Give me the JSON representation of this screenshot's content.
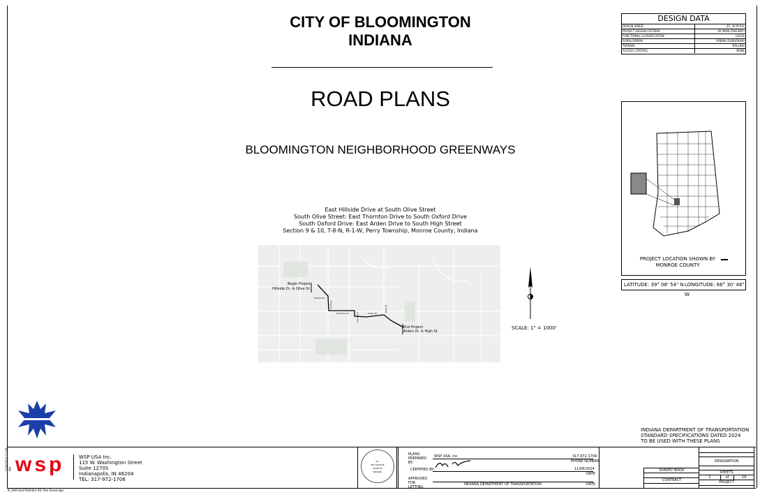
{
  "header": {
    "title_line1": "CITY OF BLOOMINGTON",
    "title_line2": "INDIANA",
    "plan_type": "ROAD PLANS",
    "project_name": "BLOOMINGTON NEIGHBORHOOD GREENWAYS"
  },
  "locations": [
    "East Hillside Drive at South Olive Street",
    "South Olive Street: East Thornton Drive to South Oxford Drive",
    "South Oxford Drive: East Arden Drive to South High Street",
    "Section 9 & 10, T-8-N, R-1-W, Perry Township, Monroe County, Indiana"
  ],
  "design_data": {
    "title": "DESIGN DATA",
    "rows": [
      {
        "label": "DESIGN SPEED",
        "value": "25, 30 M.P.H."
      },
      {
        "label": "PROJECT DESIGN CRITERIA",
        "value": "3R (NON-FREEWAY)"
      },
      {
        "label": "FUNCTIONAL CLASSIFICATION",
        "value": "LOCAL"
      },
      {
        "label": "RURAL/URBAN",
        "value": "URBAN (SUBURBAN)"
      },
      {
        "label": "TERRAIN",
        "value": "ROLLING"
      },
      {
        "label": "ACCESS CONTROL",
        "value": "NONE"
      }
    ]
  },
  "location_map": {
    "caption_line1": "PROJECT LOCATION SHOWN BY",
    "caption_line2": "MONROE COUNTY",
    "latitude": "LATITUDE: 39° 08' 54\" N",
    "longitude": "LONGITUDE: 86° 30' 48\" W"
  },
  "vicinity_map": {
    "begin_label": "Begin Project",
    "begin_street": "Hillside Dr. & Olive St.",
    "end_label": "End Project",
    "end_street": "Arden Dr. & High St.",
    "streets": [
      "Hillside Dr.",
      "Olive St.",
      "Thornton Dr.",
      "Oxford Dr.",
      "Arden Dr.",
      "High St."
    ]
  },
  "scale": "SCALE: 1\" = 1000'",
  "indot_note": {
    "line1": "INDIANA DEPARTMENT OF TRANSPORTATION",
    "line2_italic": "STANDARD SPECIFICATIONS",
    "line2_rest": " DATED 2024",
    "line3": "TO BE USED WITH THESE PLANS"
  },
  "firm": {
    "logo": "wsp",
    "name": "WSP USA Inc.",
    "address1": "115 W. Washington Street",
    "address2": "Suite 1270S",
    "city": "Indianapolis, IN 46204",
    "tel": "TEL: 317-972-1706",
    "brand_color": "#e30613"
  },
  "seal": {
    "no": "No.",
    "number": "PE11400238",
    "state": "STATE OF",
    "state_name": "INDIANA"
  },
  "signoff": {
    "plans_prepared_by_label": "PLANS PREPARED BY:",
    "prepared_by": "WSP USA, Inc.",
    "phone": "317-972-1706",
    "phone_label": "PHONE NUMBER",
    "certified_by_label": "CERTIFIED BY:",
    "cert_date": "11/06/2024",
    "date_label": "DATE",
    "approved_label": "APPROVED FOR LETTING:",
    "indot_label": "INDIANA DEPARTMENT OF TRANSPORTATION",
    "date_label2": "DATE"
  },
  "sheet_block": {
    "designation": "DESIGNATION",
    "survey_book": "SURVEY BOOK",
    "sheets": "SHEETS",
    "sheet_no": "1",
    "of": "of",
    "total": "19",
    "contract": "CONTRACT",
    "project": "PROJECT"
  },
  "footer": {
    "filename": "IP_PWF\\2047900\\Sht RD Title Sheet.dgn",
    "timestamp": "11/6/2024 12:48 PM"
  },
  "city_logo_color": "#1a3fa8"
}
